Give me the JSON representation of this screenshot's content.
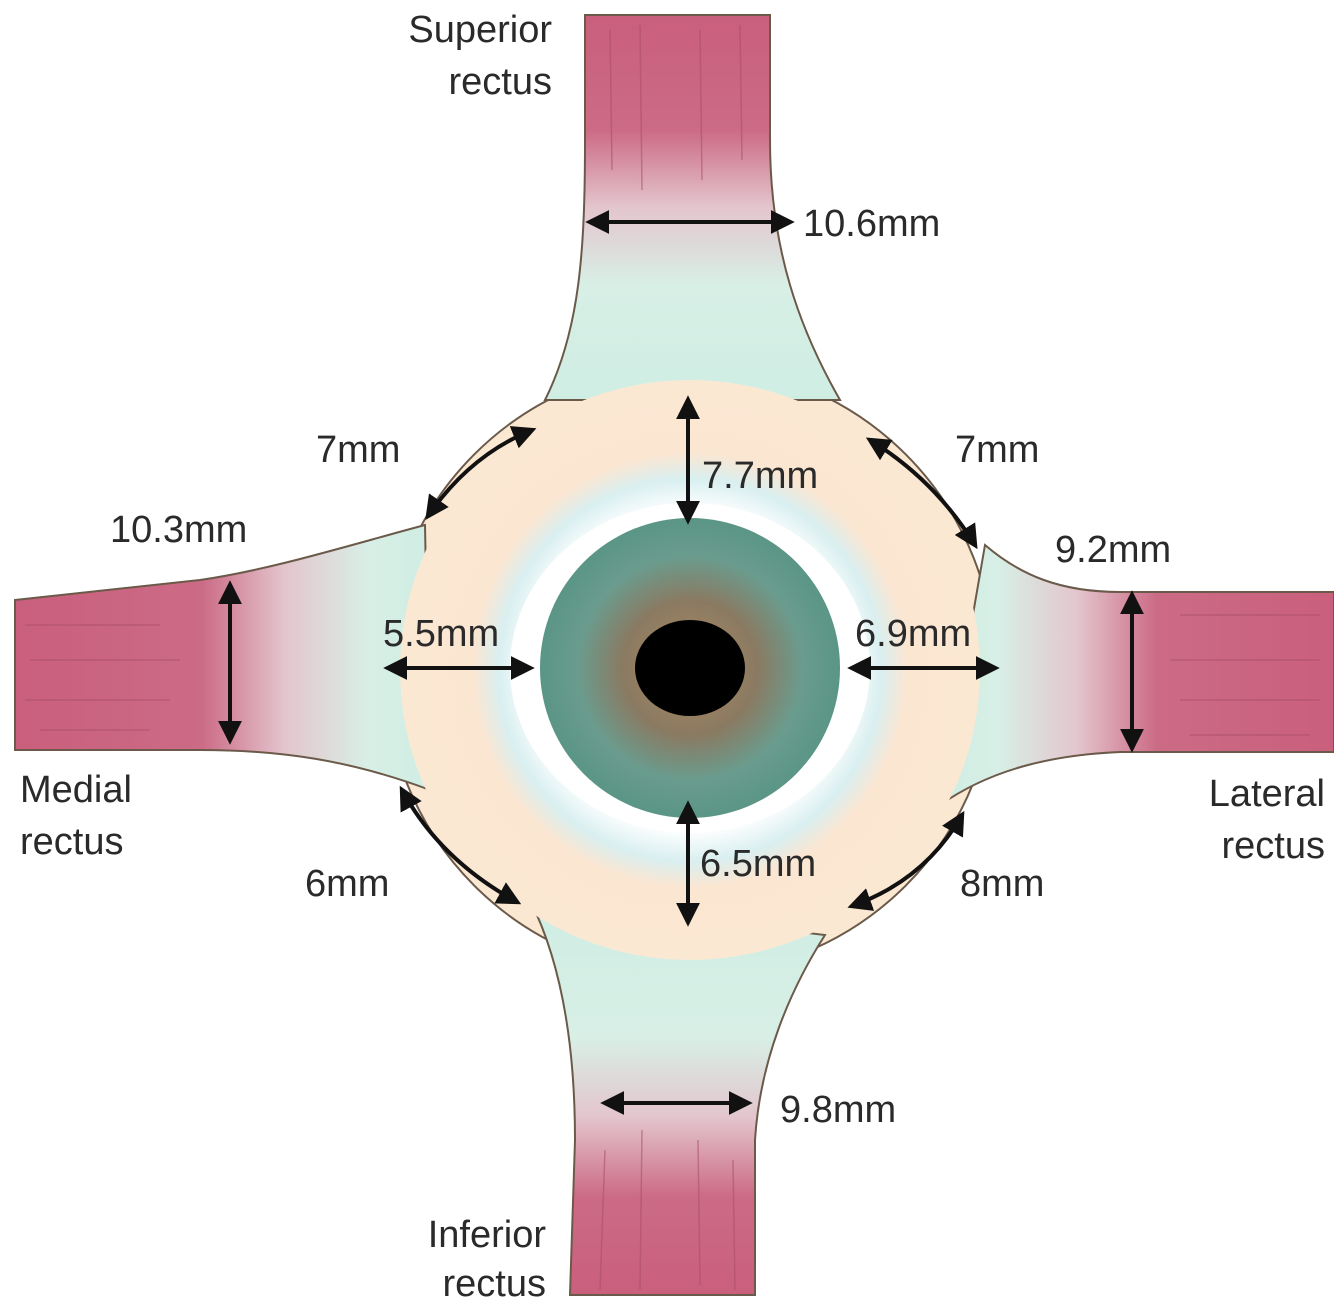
{
  "muscles": {
    "superior": {
      "line1": "Superior",
      "line2": "rectus"
    },
    "inferior": {
      "line1": "Inferior",
      "line2": "rectus"
    },
    "medial": {
      "line1": "Medial",
      "line2": "rectus"
    },
    "lateral": {
      "line1": "Lateral",
      "line2": "rectus"
    }
  },
  "measurements": {
    "superior_width": "10.6mm",
    "inferior_width": "9.8mm",
    "medial_width": "10.3mm",
    "lateral_width": "9.2mm",
    "superior_limbus": "7.7mm",
    "inferior_limbus": "6.5mm",
    "medial_limbus": "5.5mm",
    "lateral_limbus": "6.9mm",
    "sup_medial_gap": "7mm",
    "sup_lateral_gap": "7mm",
    "inf_medial_gap": "6mm",
    "inf_lateral_gap": "8mm"
  },
  "colors": {
    "muscle": "#c95f7c",
    "tendon": "#cfeee3",
    "sclera": "#fbe8d3",
    "iris_outer": "#5f9c8c",
    "iris_inner": "#9a7d62",
    "pupil": "#000000"
  }
}
